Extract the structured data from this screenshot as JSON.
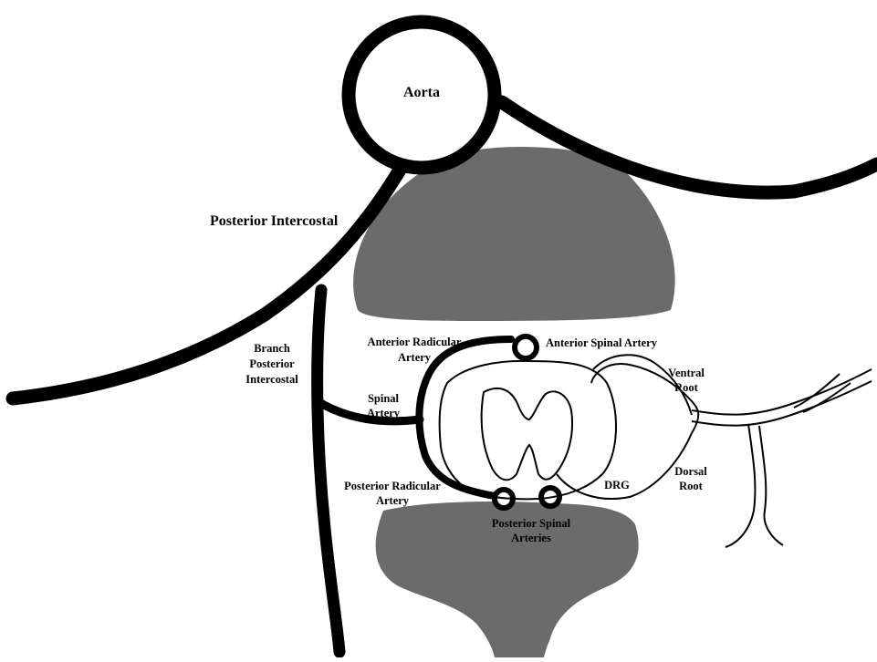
{
  "labels": {
    "aorta": "Aorta",
    "posterior_intercostal": "Posterior Intercostal",
    "branch_posterior_intercostal": [
      "Branch",
      "Posterior",
      "Intercostal"
    ],
    "anterior_radicular_artery": [
      "Anterior Radicular",
      "Artery"
    ],
    "anterior_spinal_artery": "Anterior Spinal Artery",
    "spinal_artery": [
      "Spinal",
      "Artery"
    ],
    "ventral_root": [
      "Ventral",
      "Root"
    ],
    "dorsal_root": [
      "Dorsal",
      "Root"
    ],
    "drg": "DRG",
    "posterior_radicular_artery": [
      "Posterior Radicular",
      "Artery"
    ],
    "posterior_spinal_arteries": [
      "Posterior Spinal",
      "Arteries"
    ]
  },
  "colors": {
    "background": "#ffffff",
    "vessel": "#000000",
    "bone": "#6b6b6b"
  }
}
